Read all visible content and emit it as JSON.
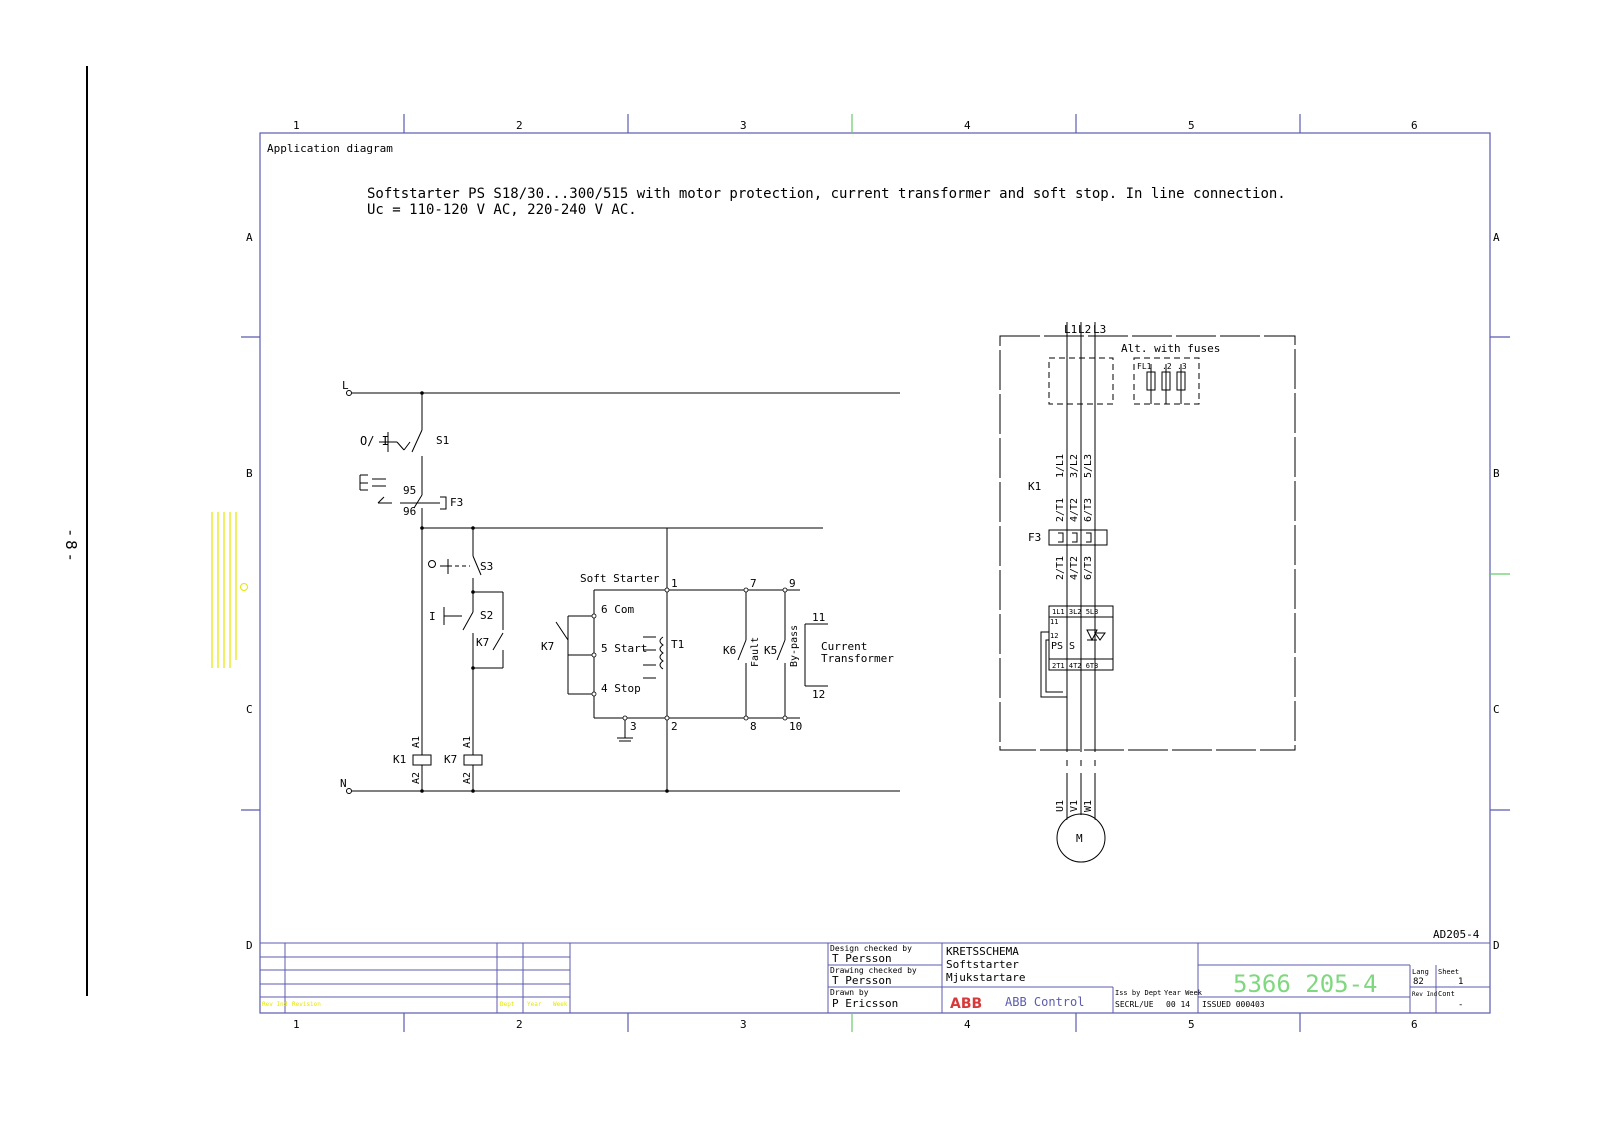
{
  "page": {
    "page_number": "- 8 -"
  },
  "frame": {
    "columns": [
      "1",
      "2",
      "3",
      "4",
      "5",
      "6"
    ],
    "rows": [
      "A",
      "B",
      "C",
      "D"
    ]
  },
  "header": {
    "label": "Application diagram",
    "title_line1": "Softstarter PS S18/30...300/515 with motor protection, current transformer and soft stop.  In line connection.",
    "title_line2": "Uc = 110-120 V AC, 220-240 V AC."
  },
  "control_circuit": {
    "supply_l": "L",
    "supply_n": "N",
    "s1_symbol": "O/ I",
    "s1": "S1",
    "f3_upper": "95",
    "f3_lower": "96",
    "f3": "F3",
    "s3_symbol": "O",
    "s3": "S3",
    "s2_symbol": "I",
    "s2": "S2",
    "k7_contact": "K7",
    "k1_coil": "K1",
    "k7_coil": "K7",
    "a1": "A1",
    "a2": "A2"
  },
  "soft_starter": {
    "title": "Soft Starter",
    "com": "6  Com",
    "start": "5  Start",
    "stop": "4  Stop",
    "t1": "T1",
    "k7": "K7",
    "k6": "K6",
    "fault": "Fault",
    "k5": "K5",
    "bypass": "By-pass",
    "ct_line1": "Current",
    "ct_line2": "Transformer",
    "t_1": "1",
    "t_2": "2",
    "t_3": "3",
    "t_7": "7",
    "t_8": "8",
    "t_9": "9",
    "t_10": "10",
    "t_11": "11",
    "t_12": "12"
  },
  "main_circuit": {
    "l1": "L1",
    "l2": "L2",
    "l3": "L3",
    "alt_fuses": "Alt. with fuses",
    "fuse_labels": [
      "FL1",
      ".2",
      ".3"
    ],
    "k1": "K1",
    "k1_top": [
      "1/L1",
      "3/L2",
      "5/L3"
    ],
    "k1_bottom": [
      "2/T1",
      "4/T2",
      "6/T3"
    ],
    "f3": "F3",
    "f3_bottom": [
      "2/T1",
      "4/T2",
      "6/T3"
    ],
    "ps_top": "1L1 3L2 5L3",
    "ps_bottom": "2T1  4T2  6T3",
    "ps_label": "PS  S",
    "ps_11": "11",
    "ps_12": "12",
    "motor_terms": [
      "U1",
      "V1",
      "W1"
    ],
    "motor": "M"
  },
  "title_block": {
    "drawing_code": "AD205-4",
    "design_checked_label": "Design checked by",
    "design_checked": "T Persson",
    "drawing_checked_label": "Drawing checked by",
    "drawing_checked": "T Persson",
    "drawn_by_label": "Drawn by",
    "drawn_by": "P Ericsson",
    "title_1": "KRETSSCHEMA",
    "title_2": "Softstarter",
    "title_3": "Mjukstartare",
    "company": "ABB Control",
    "logo": "ABB",
    "iss_dept_label": "Iss by Dept",
    "iss_dept": "SECRL/UE",
    "year_week_label": "Year Week",
    "year_week": "00  14",
    "issued": "ISSUED 000403",
    "doc_number": "5366 205-4",
    "lang_label": "Lang",
    "lang": "82",
    "sheet_label": "Sheet",
    "sheet": "1",
    "rev_ind_label": "Rev Ind",
    "cont_label": "Cont",
    "cont": "-",
    "rev_headers": [
      "Rev Ind",
      "Revision",
      "Dept",
      "Year",
      "Week"
    ]
  },
  "colors": {
    "frame": "#5b5bb0",
    "line": "#000000",
    "doc_number": "#7fd77f",
    "logo": "#d63a3a",
    "margin": "#e6e600"
  }
}
